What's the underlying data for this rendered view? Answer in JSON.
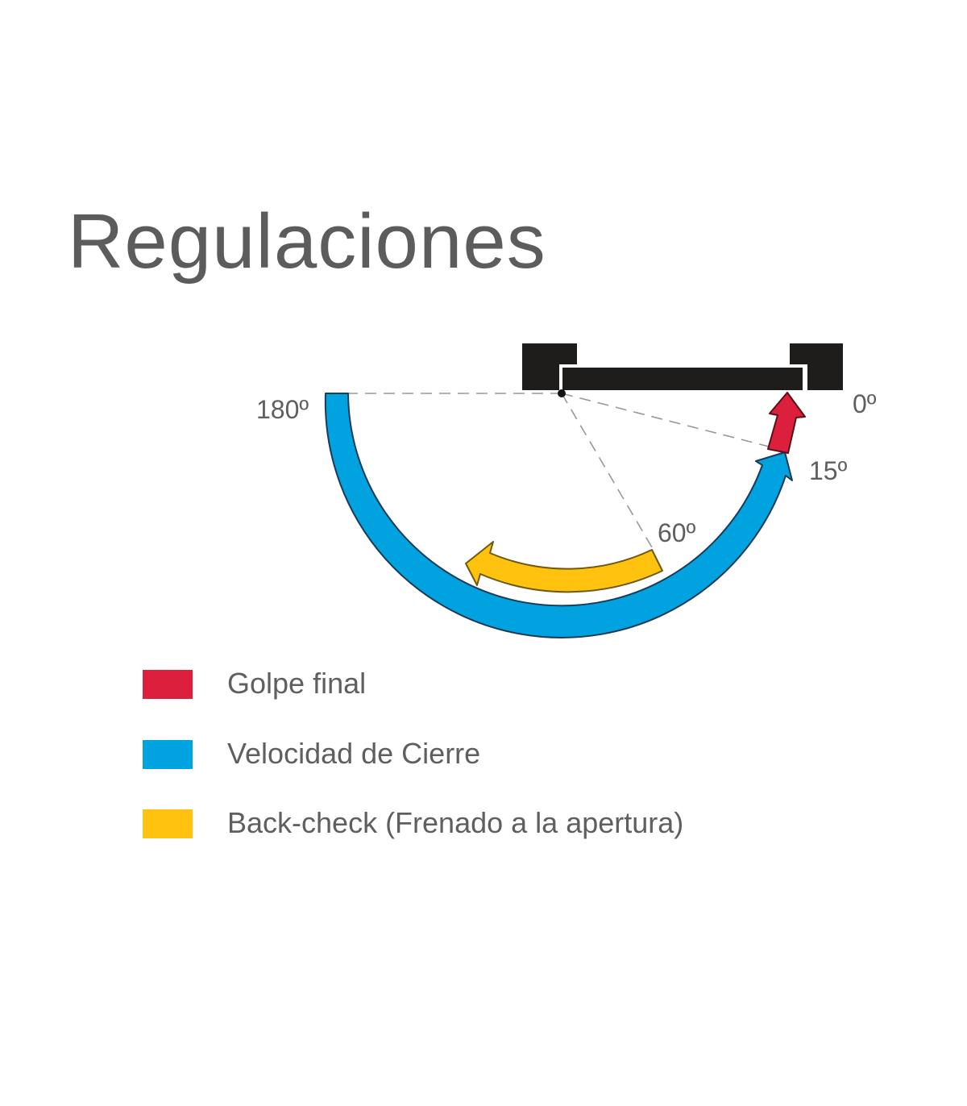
{
  "title": "Regulaciones",
  "angles": {
    "a180": "180º",
    "a0": "0º",
    "a15": "15º",
    "a60": "60º"
  },
  "colors": {
    "golpe_final": "#dc1f3c",
    "velocidad_cierre": "#00a3e0",
    "back_check": "#ffc20e",
    "door": "#1f1c1c",
    "text": "#5f5f5f"
  },
  "legend": [
    {
      "label": "Golpe final",
      "color": "#dc1f3c"
    },
    {
      "label": "Velocidad de Cierre",
      "color": "#00a3e0"
    },
    {
      "label": "Back-check (Frenado a la apertura)",
      "color": "#ffc20e"
    }
  ]
}
